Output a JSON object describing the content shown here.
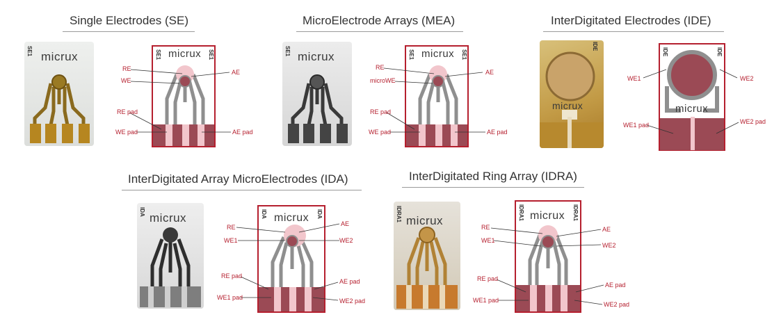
{
  "brand": "micrux",
  "panels": {
    "se": {
      "title": "Single Electrodes (SE)",
      "code": "SE1",
      "labels": {
        "re": "RE",
        "we": "WE",
        "ae": "AE",
        "re_pad": "RE pad",
        "we_pad": "WE pad",
        "ae_pad": "AE pad"
      }
    },
    "mea": {
      "title": "MicroElectrode Arrays (MEA)",
      "code": "SE1",
      "labels": {
        "re": "RE",
        "we": "microWE",
        "ae": "AE",
        "re_pad": "RE pad",
        "we_pad": "WE pad",
        "ae_pad": "AE pad"
      }
    },
    "ide": {
      "title": "InterDigitated Electrodes (IDE)",
      "code": "IDE",
      "labels": {
        "we1": "WE1",
        "we2": "WE2",
        "we1_pad": "WE1 pad",
        "we2_pad": "WE2 pad"
      }
    },
    "ida": {
      "title": "InterDigitated Array MicroElectrodes (IDA)",
      "code": "IDA",
      "labels": {
        "re": "RE",
        "we1": "WE1",
        "ae": "AE",
        "we2": "WE2",
        "re_pad": "RE pad",
        "ae_pad": "AE pad",
        "we1_pad": "WE1 pad",
        "we2_pad": "WE2 pad"
      }
    },
    "idra": {
      "title": "InterDigitated Ring Array (IDRA)",
      "code": "IDRA1",
      "labels": {
        "re": "RE",
        "we1": "WE1",
        "ae": "AE",
        "we2": "WE2",
        "re_pad": "RE pad",
        "ae_pad": "AE pad",
        "we1_pad": "WE1 pad",
        "we2_pad": "WE2 pad"
      }
    }
  },
  "colors": {
    "accent": "#b51f2e",
    "pad": "#9b4a55",
    "pad_light": "#f2c6cc",
    "trace": "#8f8f8f",
    "gold": "#b08a2e"
  }
}
